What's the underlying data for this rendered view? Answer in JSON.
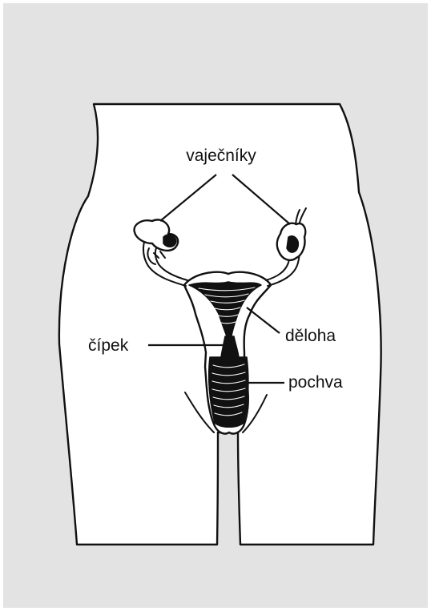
{
  "colors": {
    "panel_background": "#e3e3e3",
    "body_fill": "#ffffff",
    "outline": "#111111",
    "organ_fill": "#111111"
  },
  "labels": {
    "ovaries": "vaječníky",
    "uterus": "děloha",
    "cervix": "čípek",
    "vagina": "pochva"
  }
}
